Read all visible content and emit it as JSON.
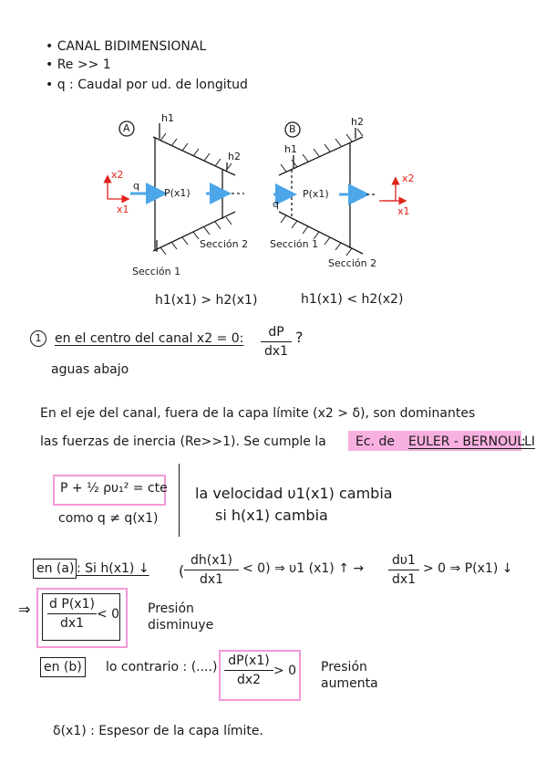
{
  "header": {
    "bullet1": "• CANAL BIDIMENSIONAL",
    "bullet2": "• Re >> 1",
    "bullet3": "• q : Caudal por ud. de longitud"
  },
  "diagramA": {
    "label": "A",
    "h1": "h1",
    "h2": "h2",
    "x2": "x2",
    "x1": "x1",
    "q": "q",
    "pressure": "P(x1)",
    "section2": "Sección 2",
    "section1": "Sección 1",
    "relation": "h1(x1) > h2(x1)"
  },
  "diagramB": {
    "label": "B",
    "h1": "h1",
    "h2": "h2",
    "x2": "x2",
    "x1": "x1",
    "q": "q",
    "pressure": "P(x1)",
    "section1": "Sección 1",
    "section2": "Sección 2",
    "relation": "h1(x1) < h2(x2)"
  },
  "question": {
    "number": "1",
    "text": "en el centro del canal x2 = 0:",
    "frac_num": "dP",
    "frac_den": "dx1",
    "qmark": "?",
    "sub": "aguas abajo"
  },
  "para": {
    "line1": "En el eje del canal, fuera de la capa límite (x2 > δ), son dominantes",
    "line2a": "las fuerzas de inercia (Re>>1). Se cumple la",
    "line2b": "Ec. de",
    "line2c": "EULER - BERNOULLI",
    "line2d": ":"
  },
  "bernoulli": {
    "eq": "P + ½ ρυ₁² = cte",
    "cond": "como q ≠ q(x1)",
    "vel1": "la velocidad υ1(x1) cambia",
    "vel2": "si h(x1) cambia"
  },
  "caseA": {
    "tag": "en (a)",
    "text": ": Si h(x1) ↓",
    "frac_num": "dh(x1)",
    "frac_den": "dx1",
    "after": "< 0) ⇒ υ1 (x1) ↑ →",
    "frac2_num": "dυ1",
    "frac2_den": "dx1",
    "after2": "> 0 ⇒ P(x1) ↓",
    "impl": "⇒",
    "res_num": "d P(x1)",
    "res_den": "dx1",
    "res_rel": "< 0",
    "res_text1": "Presión",
    "res_text2": "disminuye"
  },
  "caseB": {
    "tag": "en (b)",
    "text": "lo contrario : (....)",
    "res_num": "dP(x1)",
    "res_den": "dx2",
    "res_rel": "> 0",
    "res_text1": "Presión",
    "res_text2": "aumenta"
  },
  "footer": {
    "delta": "δ(x1) : Espesor de la capa límite."
  },
  "colors": {
    "ink": "#1a1a1a",
    "pink": "#f29ad6",
    "highlight": "#f7b0df",
    "arrow_blue": "#4da6e8",
    "axis_red": "#e0231c"
  }
}
